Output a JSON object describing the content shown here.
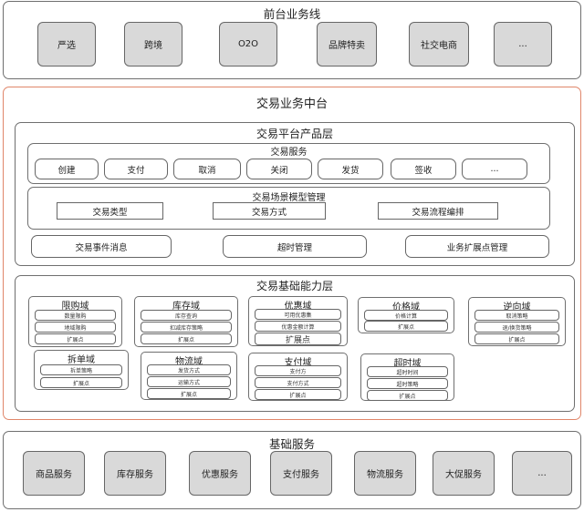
{
  "frontend": {
    "title": "前台业务线",
    "items": [
      "严选",
      "跨境",
      "O2O",
      "品牌特卖",
      "社交电商",
      "..."
    ]
  },
  "middle": {
    "title": "交易业务中台",
    "product_layer": {
      "title": "交易平台产品层",
      "services": {
        "title": "交易服务",
        "items": [
          "创建",
          "支付",
          "取消",
          "关闭",
          "发货",
          "签收",
          "..."
        ]
      },
      "scenario": {
        "title": "交易场景模型管理",
        "items": [
          "交易类型",
          "交易方式",
          "交易流程编排"
        ]
      },
      "bottom_items": [
        "交易事件消息",
        "超时管理",
        "业务扩展点管理"
      ]
    },
    "base_layer": {
      "title": "交易基础能力层",
      "domains": [
        {
          "title": "限购域",
          "items": [
            "数量限购",
            "地域限购",
            "扩展点"
          ]
        },
        {
          "title": "库存域",
          "items": [
            "库存查询",
            "扣减库存策略",
            "扩展点"
          ]
        },
        {
          "title": "优惠域",
          "items": [
            "可用优惠集",
            "优惠金额计算",
            "扩展点"
          ]
        },
        {
          "title": "价格域",
          "items": [
            "价格计算",
            "扩展点"
          ]
        },
        {
          "title": "逆向域",
          "items": [
            "取消策略",
            "退/换货策略",
            "扩展点"
          ]
        },
        {
          "title": "拆单域",
          "items": [
            "拆单策略",
            "扩展点"
          ]
        },
        {
          "title": "物流域",
          "items": [
            "发货方式",
            "运输方式",
            "扩展点"
          ]
        },
        {
          "title": "支付域",
          "items": [
            "支付方",
            "支付方式",
            "扩展点"
          ]
        },
        {
          "title": "超时域",
          "items": [
            "超时时间",
            "超时策略",
            "扩展点"
          ]
        }
      ]
    }
  },
  "basic": {
    "title": "基础服务",
    "items": [
      "商品服务",
      "库存服务",
      "优惠服务",
      "支付服务",
      "物流服务",
      "大促服务",
      "..."
    ]
  },
  "colors": {
    "accent_border": "#e0866a",
    "box_fill": "#d9d9d9",
    "border": "#6f6f6f"
  }
}
